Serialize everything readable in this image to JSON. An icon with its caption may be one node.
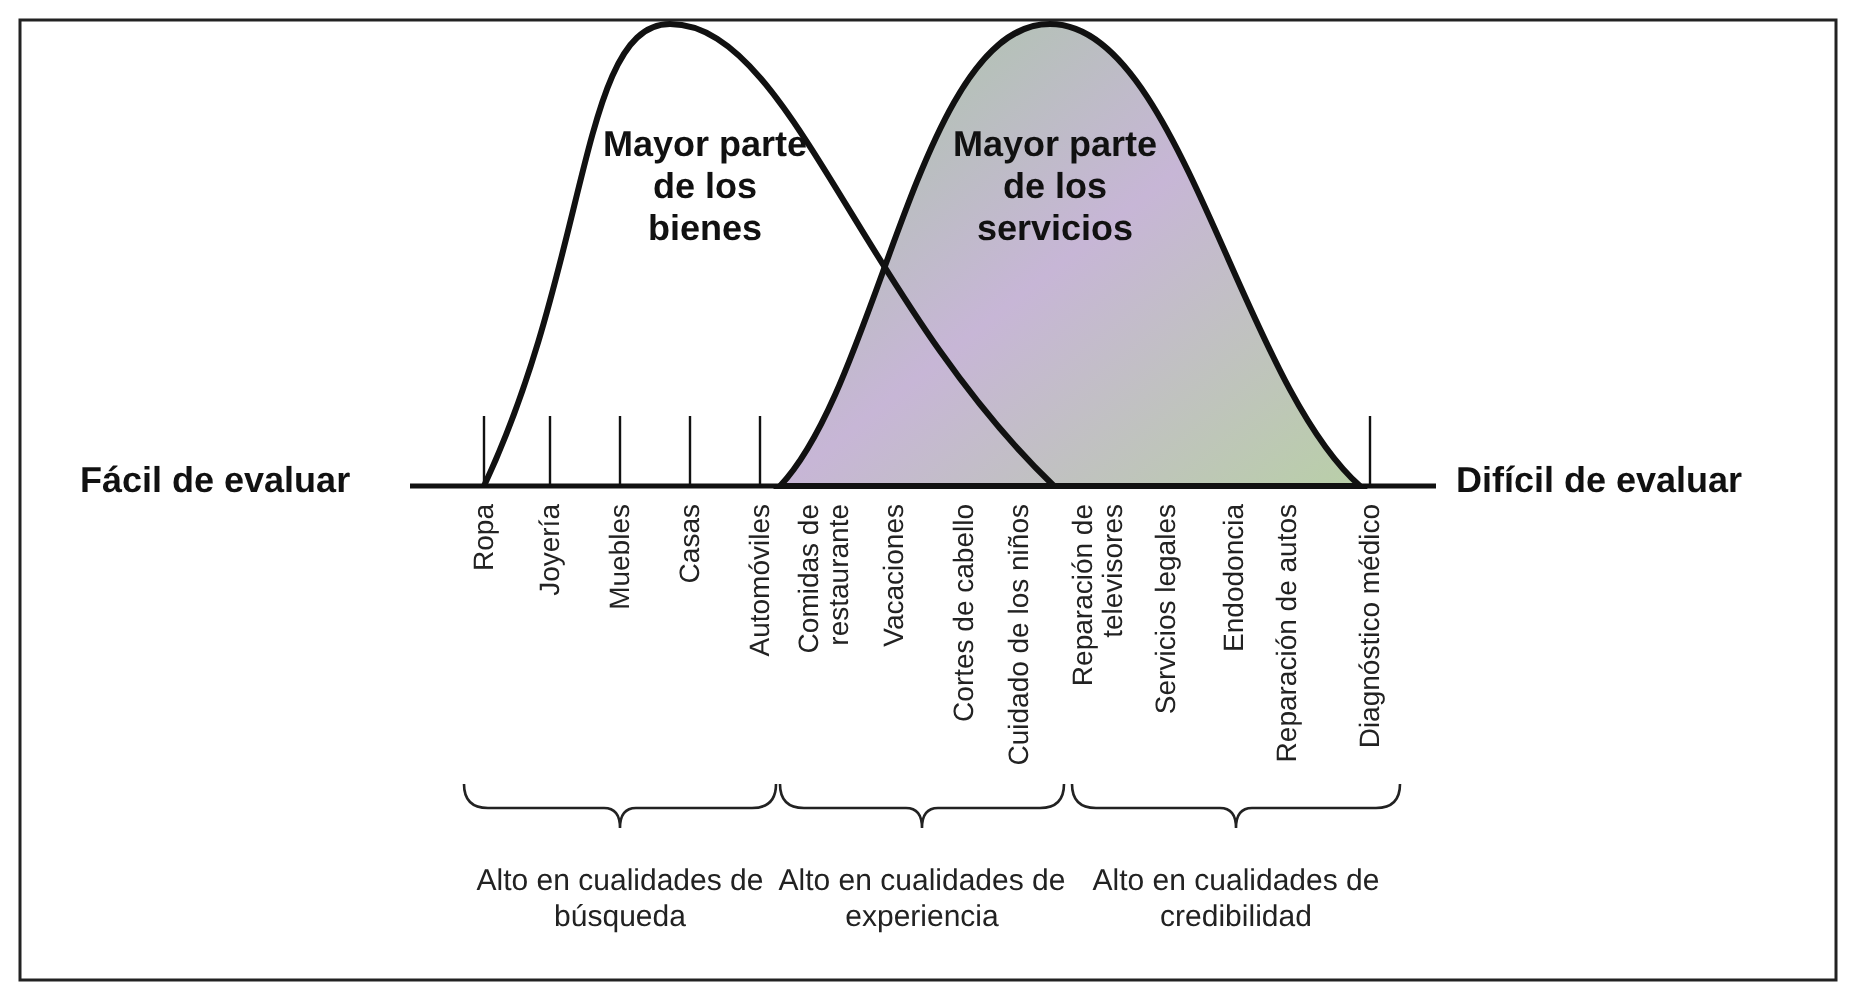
{
  "diagram": {
    "nodes": [
      {
        "text": [
          "Mayor parte de los bienes"
        ]
      },
      {
        "text": [
          "Mayor parte de los servicios"
        ]
      }
    ],
    "labels": [
      "Fácil de evaluar",
      "Difícil de evaluar",
      "Ropa",
      "Joyería",
      "Muebles",
      "Casas",
      "Automóviles",
      "Comidas de restaurante",
      "Vacaciones",
      "Cortes de cabello",
      "Cuidado de los niños",
      "Reparación de televisores",
      "Servicios legales",
      "Endodoncia",
      "Reparación de autos",
      "Diagnóstico médico",
      "Alto en cualidades de búsqueda",
      "Alto en cualidades de experiencia",
      "Alto en cualidades de credibilidad"
    ]
  }
}
